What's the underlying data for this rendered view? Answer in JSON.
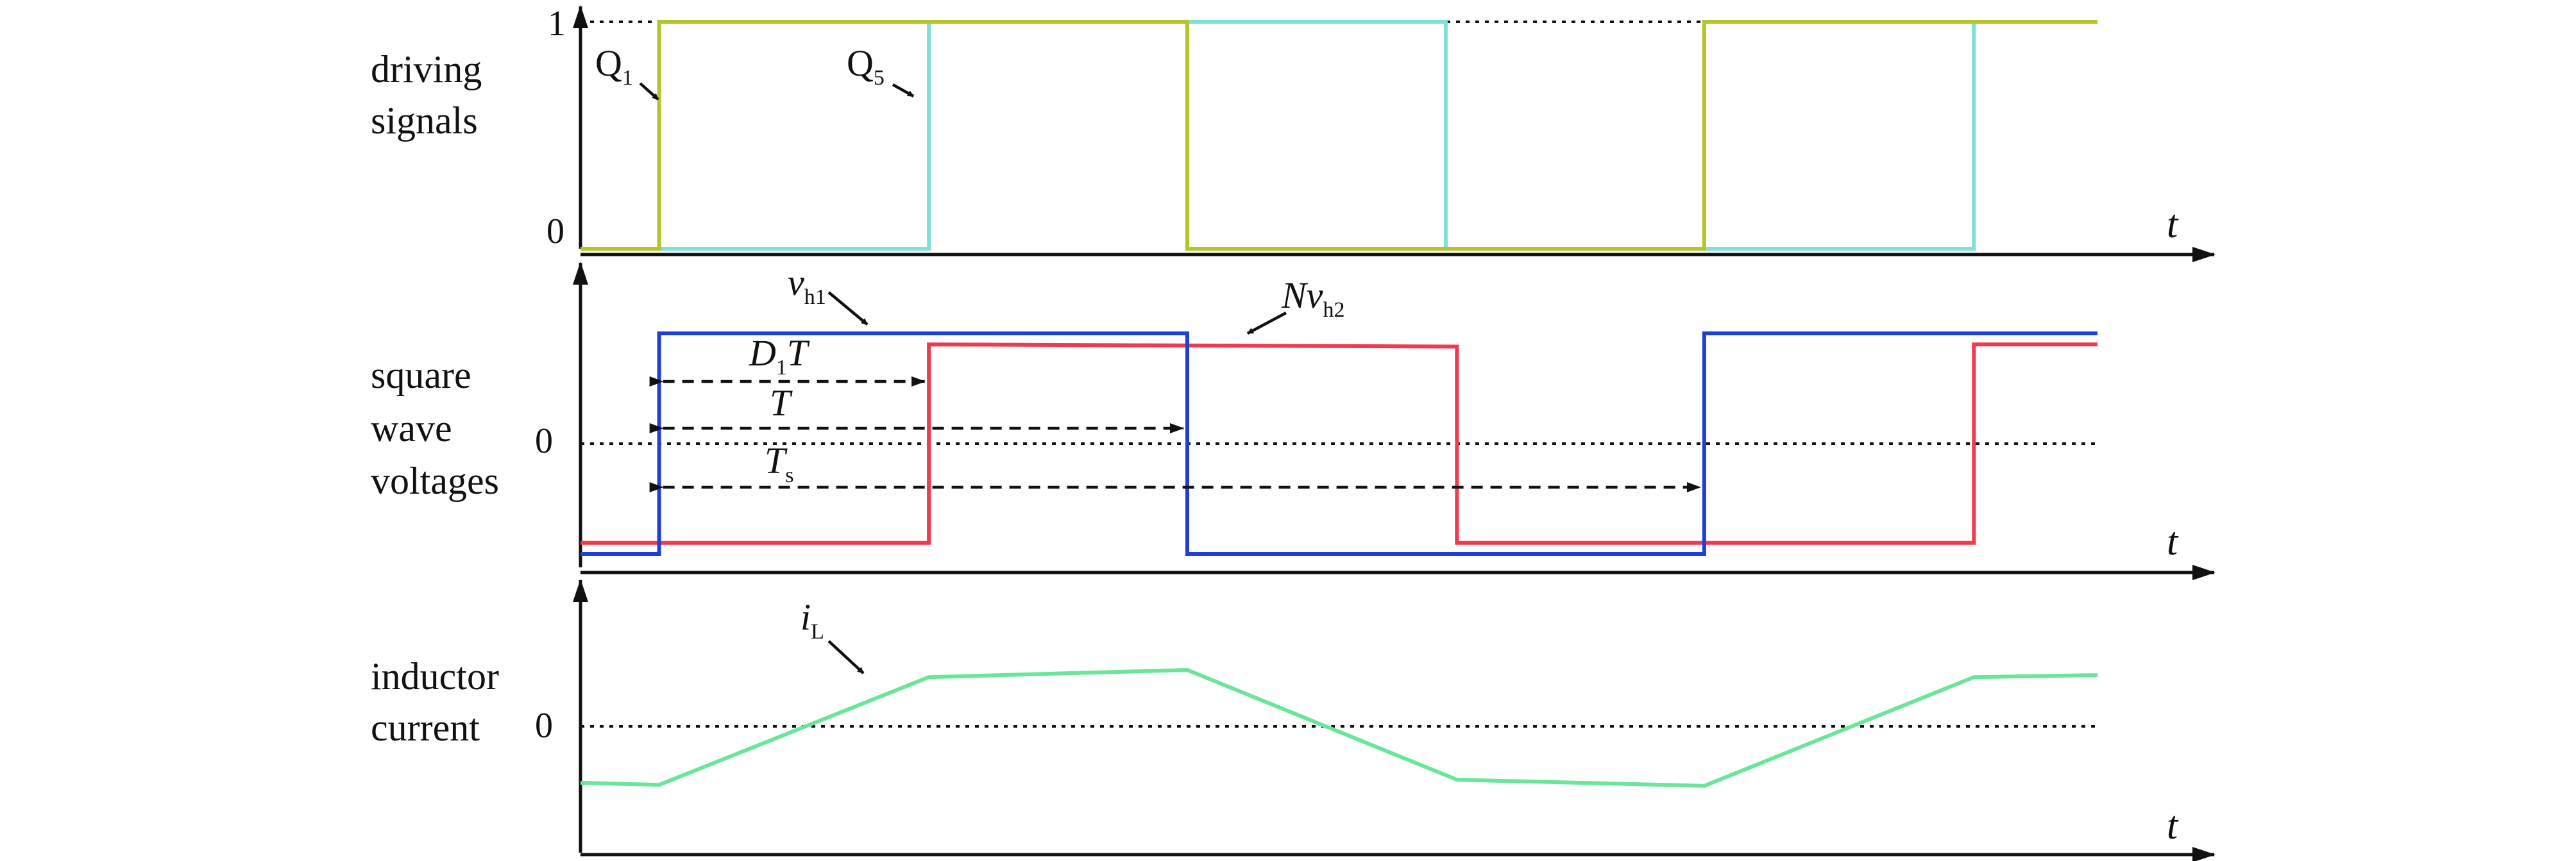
{
  "rows": {
    "driving": [
      "driving",
      "signals"
    ],
    "voltages": [
      "square",
      "wave",
      "voltages"
    ],
    "current": [
      "inductor",
      "current"
    ]
  },
  "levels": {
    "one": "1",
    "zero": "0"
  },
  "axis_var": "t",
  "labels": {
    "q1": {
      "main": "Q",
      "sub": "1"
    },
    "q5": {
      "main": "Q",
      "sub": "5"
    },
    "vh1": {
      "main": "v",
      "sub": "h1"
    },
    "nvh2": {
      "pre": "N",
      "main": "v",
      "sub": "h2"
    },
    "d1t": {
      "pre": "D",
      "sub": "1",
      "post": "T"
    },
    "t": {
      "main": "T"
    },
    "ts": {
      "main": "T",
      "sub": "s"
    },
    "il": {
      "main": "i",
      "sub": "L"
    }
  },
  "colors": {
    "q1": "#b5c427",
    "q5": "#7fe0d6",
    "vh1": "#1f3fd6",
    "nvh2": "#f03a4f",
    "il": "#6be59a",
    "axis": "#111111"
  },
  "chart_data": {
    "type": "line",
    "x_unit": "fraction of switching period Ts",
    "driving_signals": [
      {
        "label": "Q1",
        "levels": "0/1",
        "x": [
          0,
          0.07,
          0.07,
          0.54,
          0.54,
          1.0,
          1.0,
          1.35
        ],
        "y": [
          0,
          0,
          1,
          1,
          0,
          0,
          1,
          1
        ]
      },
      {
        "label": "Q5",
        "levels": "0/1",
        "x": [
          0,
          0.31,
          0.31,
          0.77,
          0.77,
          1.24,
          1.24,
          1.35
        ],
        "y": [
          0,
          0,
          1,
          1,
          0,
          0,
          1,
          1
        ]
      }
    ],
    "square_wave_voltages": [
      {
        "label": "vh1",
        "x": [
          0,
          0.07,
          0.07,
          0.54,
          0.54,
          1.0,
          1.0,
          1.35
        ],
        "y": [
          -1.0,
          -1.0,
          1.0,
          1.0,
          -1.0,
          -1.0,
          1.0,
          1.0
        ]
      },
      {
        "label": "Nvh2",
        "x": [
          0,
          0.31,
          0.31,
          0.78,
          0.78,
          1.24,
          1.24,
          1.35
        ],
        "y": [
          -0.9,
          -0.9,
          0.9,
          0.88,
          -0.9,
          -0.9,
          0.9,
          0.9
        ]
      }
    ],
    "inductor_current": [
      {
        "label": "iL",
        "x": [
          0,
          0.07,
          0.31,
          0.54,
          0.78,
          1.0,
          1.24,
          1.35
        ],
        "y": [
          -0.55,
          -0.57,
          0.48,
          0.55,
          -0.52,
          -0.58,
          0.48,
          0.5
        ]
      }
    ],
    "intervals": [
      {
        "label": "D1T",
        "from": 0.07,
        "to": 0.31
      },
      {
        "label": "T",
        "from": 0.07,
        "to": 0.54
      },
      {
        "label": "Ts",
        "from": 0.07,
        "to": 1.0
      }
    ]
  }
}
